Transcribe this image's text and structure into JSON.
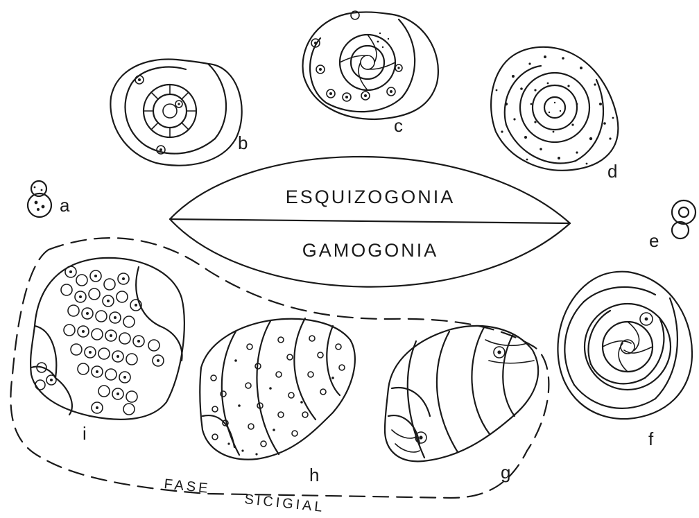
{
  "phases": {
    "upper": "ESQUIZOGONIA",
    "lower": "GAMOGONIA"
  },
  "region_label": {
    "word1": "FASE",
    "word2": "SICIGIAL"
  },
  "stages": [
    {
      "id": "a",
      "label": "a"
    },
    {
      "id": "b",
      "label": "b"
    },
    {
      "id": "c",
      "label": "c"
    },
    {
      "id": "d",
      "label": "d"
    },
    {
      "id": "e",
      "label": "e"
    },
    {
      "id": "f",
      "label": "f"
    },
    {
      "id": "g",
      "label": "g"
    },
    {
      "id": "h",
      "label": "h"
    },
    {
      "id": "i",
      "label": "i"
    }
  ]
}
